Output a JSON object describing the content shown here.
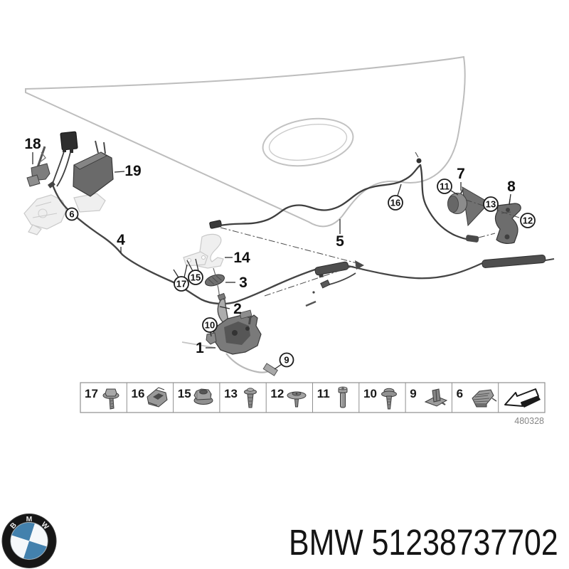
{
  "diagram": {
    "plain_callouts": [
      {
        "label": "18"
      },
      {
        "label": "19"
      },
      {
        "label": "4"
      },
      {
        "label": "5"
      },
      {
        "label": "14"
      },
      {
        "label": "3"
      },
      {
        "label": "2"
      },
      {
        "label": "1"
      },
      {
        "label": "7"
      },
      {
        "label": "8"
      }
    ],
    "circled_callouts": [
      {
        "label": "6"
      },
      {
        "label": "16"
      },
      {
        "label": "11"
      },
      {
        "label": "13"
      },
      {
        "label": "12"
      },
      {
        "label": "17"
      },
      {
        "label": "15"
      },
      {
        "label": "10"
      },
      {
        "label": "9"
      }
    ],
    "drawing_number": "480328",
    "strip": {
      "cells": [
        {
          "label": "17",
          "icon": "hex-screw-washer-icon"
        },
        {
          "label": "16",
          "icon": "cage-clip-icon"
        },
        {
          "label": "15",
          "icon": "flange-nut-icon"
        },
        {
          "label": "13",
          "icon": "expansion-rivet-icon"
        },
        {
          "label": "12",
          "icon": "washer-screw-icon"
        },
        {
          "label": "11",
          "icon": "cylinder-screw-icon"
        },
        {
          "label": "10",
          "icon": "pan-screw-washer-icon"
        },
        {
          "label": "9",
          "icon": "retainer-clip-icon"
        },
        {
          "label": "6",
          "icon": "spring-clip-icon"
        },
        {
          "label": "",
          "icon": "direction-arrow-icon"
        }
      ]
    }
  },
  "footer": {
    "brand": "BMW",
    "part_number": "51238737702",
    "logo_letters": "BMW"
  },
  "colors": {
    "cable": "#454545",
    "part_dark": "#6e6e6e",
    "ghost": "#d9d9d9",
    "hood_outline": "#bdbdbd",
    "accent_blue": "#4381ad",
    "drawing_number_color": "#868686"
  }
}
